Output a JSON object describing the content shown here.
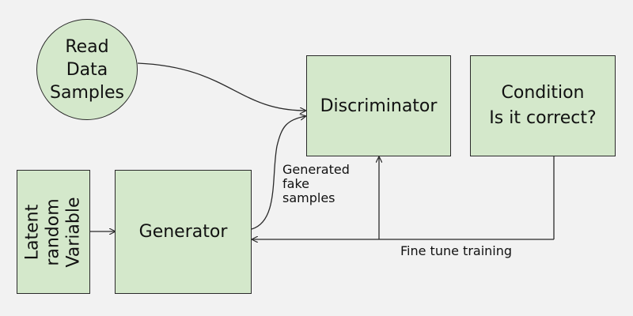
{
  "nodes": {
    "read_data": "Read\nData\nSamples",
    "discriminator": "Discriminator",
    "condition": "Condition\nIs it correct?",
    "latent": "Latent\nrandom\nVariable",
    "generator": "Generator"
  },
  "edge_labels": {
    "generated": "Generated\nfake\nsamples",
    "fine_tune": "Fine tune training"
  },
  "colors": {
    "node_fill": "#d4e8cb",
    "stroke": "#2a2a2a",
    "background": "#f2f2f2"
  }
}
